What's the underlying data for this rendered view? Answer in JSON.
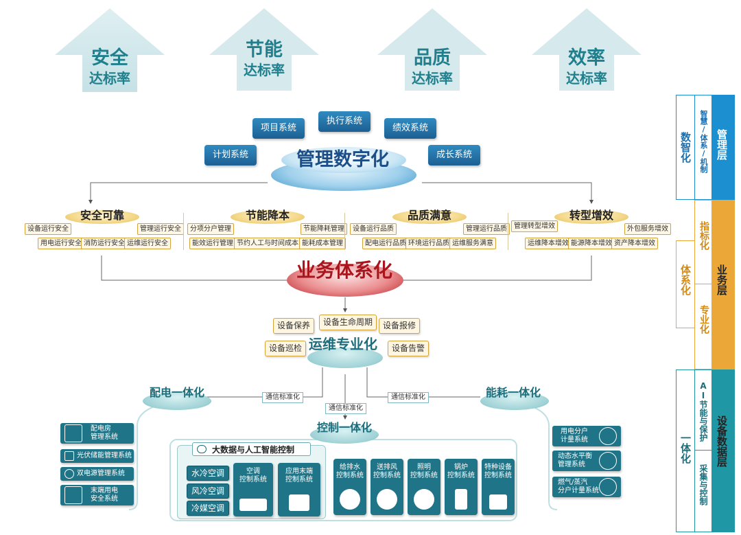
{
  "top_arrows": [
    {
      "line1": "安全",
      "line2": "达标率"
    },
    {
      "line1": "节能",
      "line2": "达标率"
    },
    {
      "line1": "品质",
      "line2": "达标率"
    },
    {
      "line1": "效率",
      "line2": "达标率"
    }
  ],
  "management": {
    "title": "管理数字化",
    "systems": {
      "project": "项目系统",
      "execution": "执行系统",
      "performance": "绩效系统",
      "plan": "计划系统",
      "growth": "成长系统"
    }
  },
  "business": {
    "title": "业务体系化",
    "groups": [
      {
        "title": "安全可靠",
        "tags": [
          "设备运行安全",
          "管理运行安全",
          "用电运行安全",
          "消防运行安全",
          "运维运行安全"
        ]
      },
      {
        "title": "节能降本",
        "tags": [
          "分项分户管理",
          "节能降耗管理",
          "能效运行管理",
          "节约人工与时间成本",
          "能耗成本管理"
        ]
      },
      {
        "title": "品质满意",
        "tags": [
          "设备运行品质",
          "管理运行品质",
          "配电运行品质",
          "环境运行品质",
          "运维服务满意"
        ]
      },
      {
        "title": "转型增效",
        "tags": [
          "管理转型增效",
          "外包服务增效",
          "运维降本增效",
          "能源降本增效",
          "资产降本增效"
        ]
      }
    ]
  },
  "ops": {
    "title": "运维专业化",
    "tags": [
      "设备保养",
      "设备生命周期",
      "设备报修",
      "设备巡检",
      "设备告警"
    ]
  },
  "integration": {
    "power": "配电一体化",
    "energy": "能耗一体化",
    "control": "控制一体化",
    "std_label": "通信标准化"
  },
  "left_systems": [
    "配电房管理系统",
    "光伏储能管理系统",
    "双电源管理系统",
    "末端用电安全系统"
  ],
  "left_system_lines": [
    [
      "配电房",
      "管理系统"
    ],
    [
      "光伏储能管理系统"
    ],
    [
      "双电源管理系统"
    ],
    [
      "末端用电",
      "安全系统"
    ]
  ],
  "right_systems": [
    [
      "用电分户",
      "计量系统"
    ],
    [
      "动态水平衡",
      "管理系统"
    ],
    [
      "燃气/蒸汽",
      "分户计量系统"
    ]
  ],
  "control_panel": {
    "title": "大数据与人工智能控制",
    "ac_buttons": [
      "水冷空调",
      "风冷空调",
      "冷媒空调"
    ],
    "ac_system": [
      "空调",
      "控制系统"
    ],
    "terminal_system": [
      "应用末端",
      "控制系统"
    ],
    "subsystems": [
      [
        "给排水",
        "控制系统"
      ],
      [
        "送排风",
        "控制系统"
      ],
      [
        "照明",
        "控制系统"
      ],
      [
        "锅炉",
        "控制系统"
      ],
      [
        "特种设备",
        "控制系统"
      ]
    ]
  },
  "right_column": {
    "layers": [
      "管理层",
      "业务层",
      "设备数据层"
    ],
    "col2": [
      "数智化",
      "体系化",
      "一体化"
    ],
    "col3": [
      "智慧/体系/机制",
      "指标化",
      "专业化",
      "AI节能与保护",
      "采集与控制"
    ]
  },
  "colors": {
    "teal": "#1f7487",
    "blue": "#2f8bc0",
    "gold": "#d4a33a",
    "red": "#b8242a",
    "layer_blue": "#1b8fd0",
    "layer_orange": "#eba838",
    "layer_teal": "#1f97a4"
  }
}
